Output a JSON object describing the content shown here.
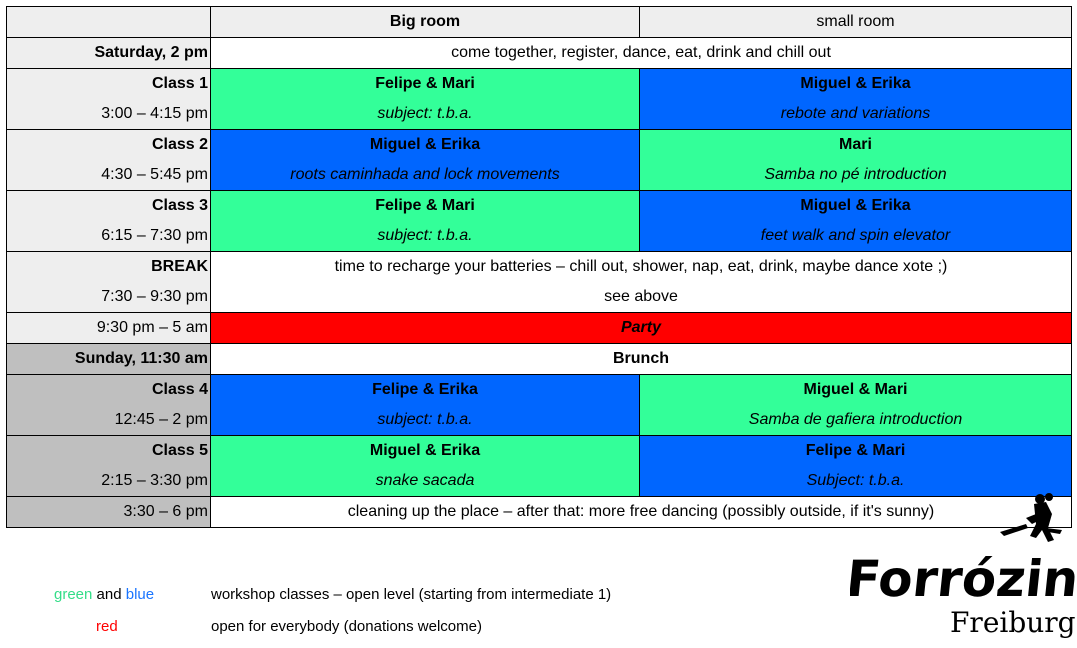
{
  "header": {
    "corner": "",
    "big_room": "Big room",
    "small_room": "small room"
  },
  "saturday": {
    "label": "Saturday, 2 pm",
    "text": "come together, register, dance, eat, drink and chill out"
  },
  "classes": [
    {
      "label": "Class 1",
      "time": "3:00 – 4:15 pm",
      "big": {
        "who": "Felipe & Mari",
        "topic": "subject: t.b.a.",
        "color": "green"
      },
      "small": {
        "who": "Miguel & Erika",
        "topic": "rebote and variations",
        "color": "blue"
      }
    },
    {
      "label": "Class 2",
      "time": "4:30 – 5:45 pm",
      "big": {
        "who": "Miguel & Erika",
        "topic": "roots caminhada and lock movements",
        "color": "blue"
      },
      "small": {
        "who": "Mari",
        "topic": "Samba no pé introduction",
        "color": "green"
      }
    },
    {
      "label": "Class 3",
      "time": "6:15 – 7:30 pm",
      "big": {
        "who": "Felipe & Mari",
        "topic": "subject: t.b.a.",
        "color": "green"
      },
      "small": {
        "who": "Miguel & Erika",
        "topic": "feet walk and spin elevator",
        "color": "blue"
      }
    },
    {
      "label": "Class 4",
      "time": "12:45 – 2 pm",
      "big": {
        "who": "Felipe & Erika",
        "topic": "subject: t.b.a.",
        "color": "blue"
      },
      "small": {
        "who": "Miguel & Mari",
        "topic": "Samba de gafiera introduction",
        "color": "green"
      }
    },
    {
      "label": "Class 5",
      "time": "2:15 – 3:30 pm",
      "big": {
        "who": "Miguel & Erika",
        "topic": "snake sacada",
        "color": "green"
      },
      "small": {
        "who": "Felipe & Mari",
        "topic": "Subject: t.b.a.",
        "color": "blue"
      }
    }
  ],
  "break": {
    "label": "BREAK",
    "text": "time to recharge your batteries – chill out, shower, nap, eat, drink, maybe dance xote ;)",
    "time": "7:30 – 9:30 pm",
    "time_text": "see above"
  },
  "party": {
    "time": "9:30 pm – 5 am",
    "label": "Party"
  },
  "sunday": {
    "label": "Sunday, 11:30 am",
    "text": "Brunch"
  },
  "closing": {
    "time": "3:30 – 6 pm",
    "text": "cleaning up the place – after that: more free dancing (possibly outside, if it's sunny)"
  },
  "legend": {
    "green_word": "green",
    "and_word": "and",
    "blue_word": "blue",
    "workshop_text": "workshop classes – open level (starting from intermediate 1)",
    "red_word": "red",
    "open_text": "open for everybody (donations welcome)"
  },
  "logo": {
    "name": "Forrózin",
    "city": "Freiburg"
  },
  "colors": {
    "green": "#33ff99",
    "blue": "#0066ff",
    "red": "#ff0000",
    "label_bg": "#eeeeee",
    "sunday_bg": "#bfbfbf"
  }
}
